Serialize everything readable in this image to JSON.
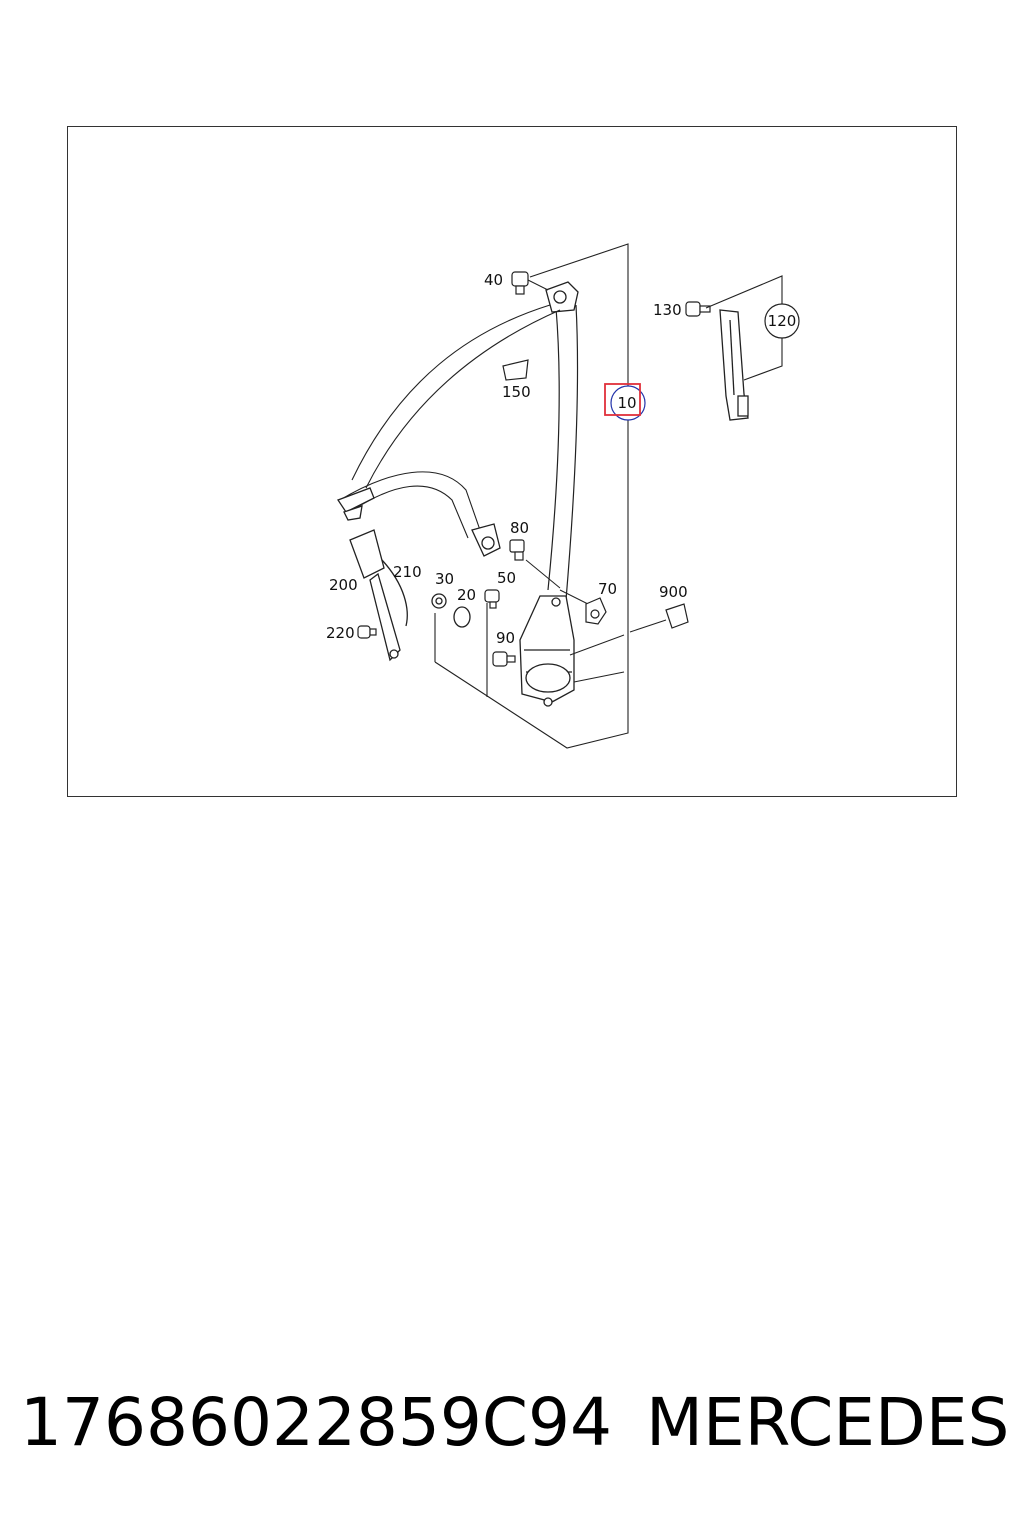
{
  "diagram": {
    "callouts": {
      "c10": "10",
      "c20": "20",
      "c30": "30",
      "c40": "40",
      "c50": "50",
      "c70": "70",
      "c80": "80",
      "c90": "90",
      "c120": "120",
      "c130": "130",
      "c150": "150",
      "c200": "200",
      "c210": "210",
      "c220": "220",
      "c900": "900"
    },
    "highlighted_callout": "10",
    "colors": {
      "line": "#222222",
      "highlight": "#e0303a",
      "callout_ring": "#2233aa"
    }
  },
  "footer": {
    "part_number": "17686022859C94",
    "brand": "MERCEDES"
  }
}
